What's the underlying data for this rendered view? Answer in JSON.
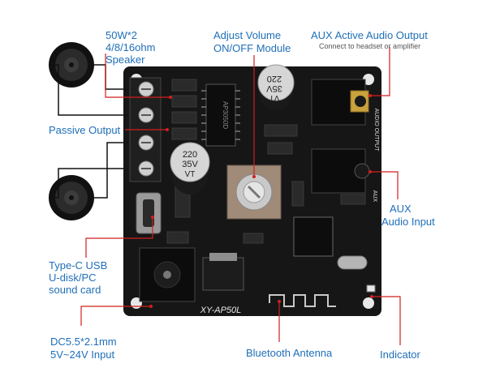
{
  "labels": {
    "speaker_1": "50W*2",
    "speaker_2": "4/8/16ohm",
    "speaker_3": "Speaker",
    "volume_1": "Adjust Volume",
    "volume_2": "ON/OFF Module",
    "aux_out": "AUX Active Audio Output",
    "aux_out_sub": "Connect to headset or amplifier",
    "passive": "Passive Output",
    "aux_in_1": "AUX",
    "aux_in_2": "Audio Input",
    "typec_1": "Type-C USB",
    "typec_2": "U-disk/PC",
    "typec_3": "sound card",
    "dc_1": "DC5.5*2.1mm",
    "dc_2": "5V~24V Input",
    "bt": "Bluetooth Antenna",
    "indicator": "Indicator"
  },
  "board": {
    "model": "XY-AP50L",
    "chip": "AP3050D",
    "cap_1": "220",
    "cap_2": "35V",
    "cap_3": "VT",
    "cap2_1": "220",
    "cap2_2": "35V",
    "cap2_3": "VT",
    "jack_out": "AUDIO OUTPUT",
    "jack_in": "AUX"
  },
  "colors": {
    "label": "#1f6fb8",
    "leader": "#d21f1f",
    "board": "#151515"
  }
}
